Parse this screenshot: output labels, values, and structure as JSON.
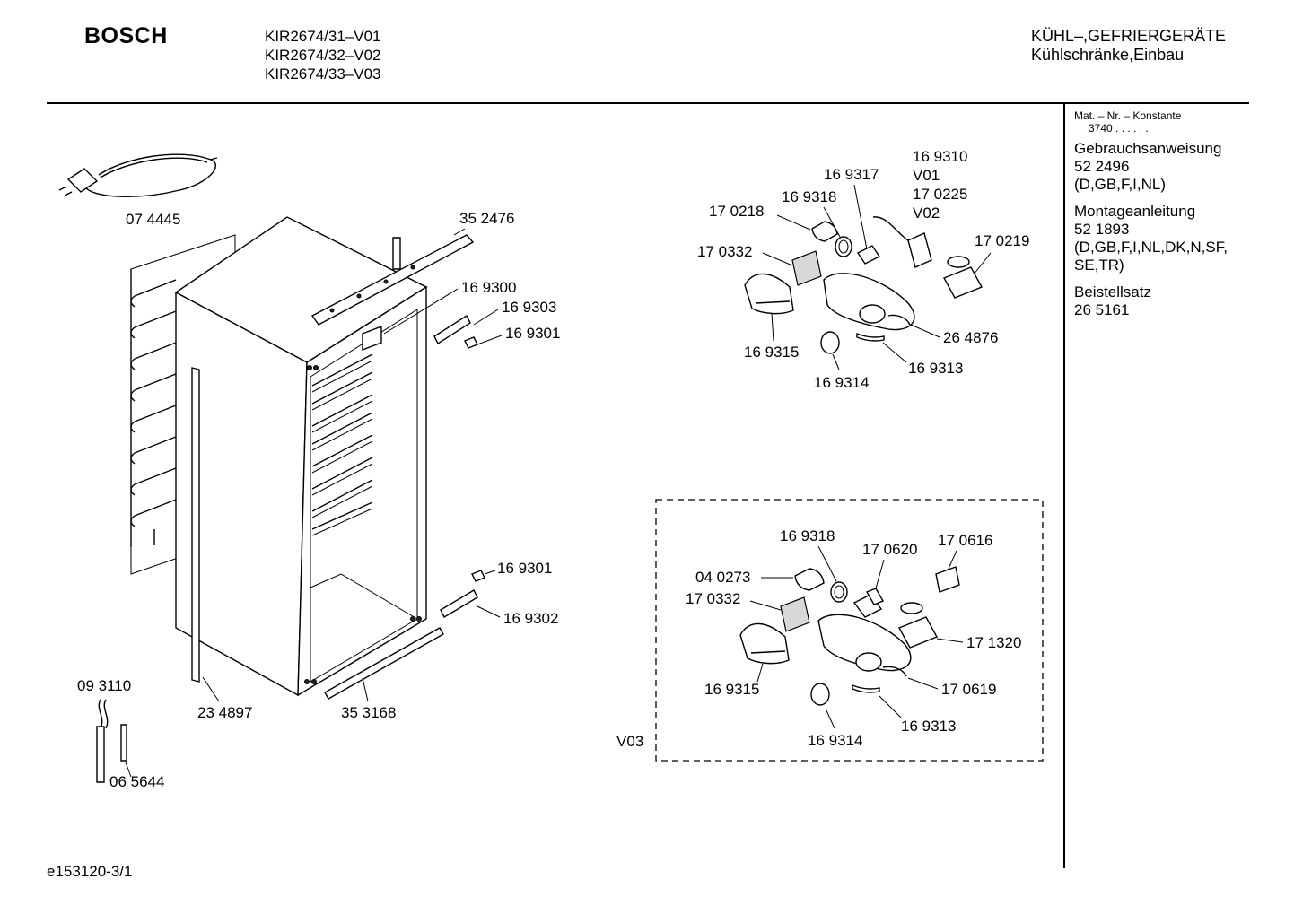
{
  "header": {
    "brand": "BOSCH",
    "models": [
      "KIR2674/31–V01",
      "KIR2674/32–V02",
      "KIR2674/33–V03"
    ],
    "category_line1": "KÜHL–,GEFRIERGERÄTE",
    "category_line2": "Kühlschränke,Einbau"
  },
  "sidebar": {
    "mat_nr_label": "Mat. – Nr. – Konstante",
    "mat_nr_value": "3740 . . . . . .",
    "gebrauch_title": "Gebrauchsanweisung",
    "gebrauch_number": "52 2496",
    "gebrauch_langs": "(D,GB,F,I,NL)",
    "montage_title": "Montageanleitung",
    "montage_number": "52 1893",
    "montage_langs_1": "(D,GB,F,I,NL,DK,N,SF,",
    "montage_langs_2": "SE,TR)",
    "beistell_title": "Beistellsatz",
    "beistell_number": "26 5161"
  },
  "parts": {
    "p074445": "07 4445",
    "p352476": "35 2476",
    "p169300": "16 9300",
    "p169303": "16 9303",
    "p169301a": "16 9301",
    "p169301b": "16 9301",
    "p169302": "16 9302",
    "p234897": "23 4897",
    "p353168": "35 3168",
    "p093110": "09 3110",
    "p065644": "06 5644",
    "u169310": "16 9310",
    "u_v01": "V01",
    "u170225": "17 0225",
    "u_v02": "V02",
    "u169317": "16 9317",
    "u169318": "16 9318",
    "u170218": "17 0218",
    "u170219": "17 0219",
    "u170332": "17 0332",
    "u264876": "26 4876",
    "u169315": "16 9315",
    "u169313": "16 9313",
    "u169314": "16 9314",
    "l169318": "16 9318",
    "l170620": "17 0620",
    "l170616": "17 0616",
    "l040273": "04 0273",
    "l170332": "17 0332",
    "l171320": "17 1320",
    "l169315": "16 9315",
    "l170619": "17 0619",
    "l169313": "16 9313",
    "l169314": "16 9314",
    "l_v03": "V03"
  },
  "footer": {
    "drawing_id": "e153120-3/1"
  }
}
